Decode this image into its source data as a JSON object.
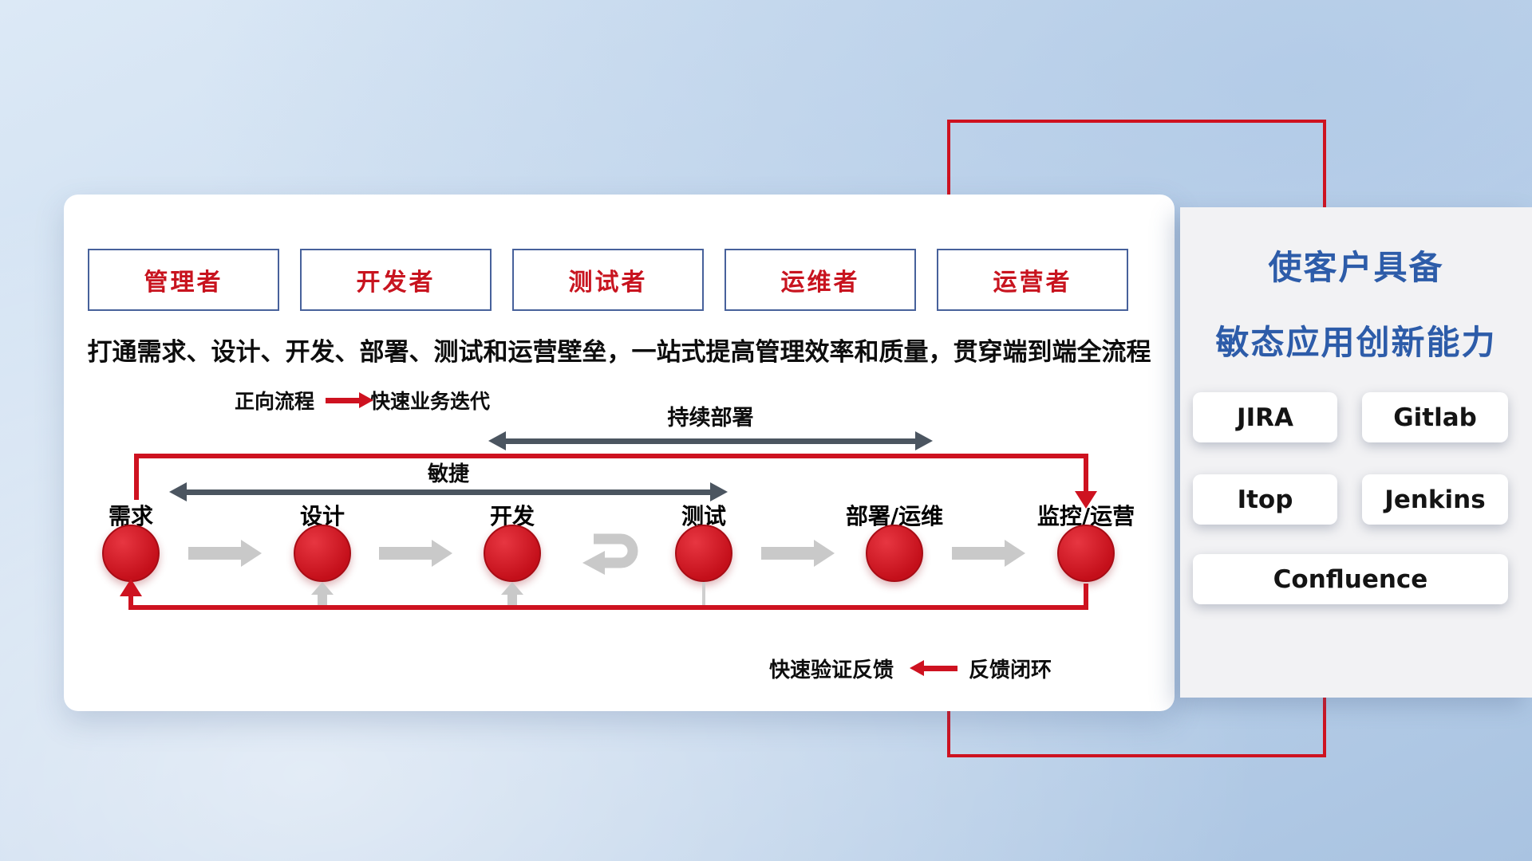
{
  "colors": {
    "accent_red": "#ce1220",
    "title_blue": "#2d5ca9",
    "span_arrow_gray": "#4b5560",
    "flow_arrow_gray": "#c9c9c9"
  },
  "roles": [
    {
      "label": "管理者"
    },
    {
      "label": "开发者"
    },
    {
      "label": "测试者"
    },
    {
      "label": "运维者"
    },
    {
      "label": "运营者"
    }
  ],
  "card": {
    "subtitle": "打通需求、设计、开发、部署、测试和运营壁垒，一站式提高管理效率和质量，贯穿端到端全流程",
    "forward_legend": {
      "label": "正向流程",
      "desc": "快速业务迭代"
    },
    "feedback_legend": {
      "label": "快速验证反馈",
      "desc": "反馈闭环"
    },
    "deploy_arrow_label": "持续部署",
    "agile_arrow_label": "敏捷",
    "stages": [
      {
        "label": "需求"
      },
      {
        "label": "设计"
      },
      {
        "label": "开发"
      },
      {
        "label": "测试"
      },
      {
        "label": "部署/运维"
      },
      {
        "label": "监控/运营"
      }
    ]
  },
  "panel": {
    "title_line1": "使客户具备",
    "title_line2": "敏态应用创新能力",
    "tools": [
      {
        "label": "JIRA"
      },
      {
        "label": "Gitlab"
      },
      {
        "label": "Itop"
      },
      {
        "label": "Jenkins"
      },
      {
        "label": "Confluence"
      }
    ]
  }
}
